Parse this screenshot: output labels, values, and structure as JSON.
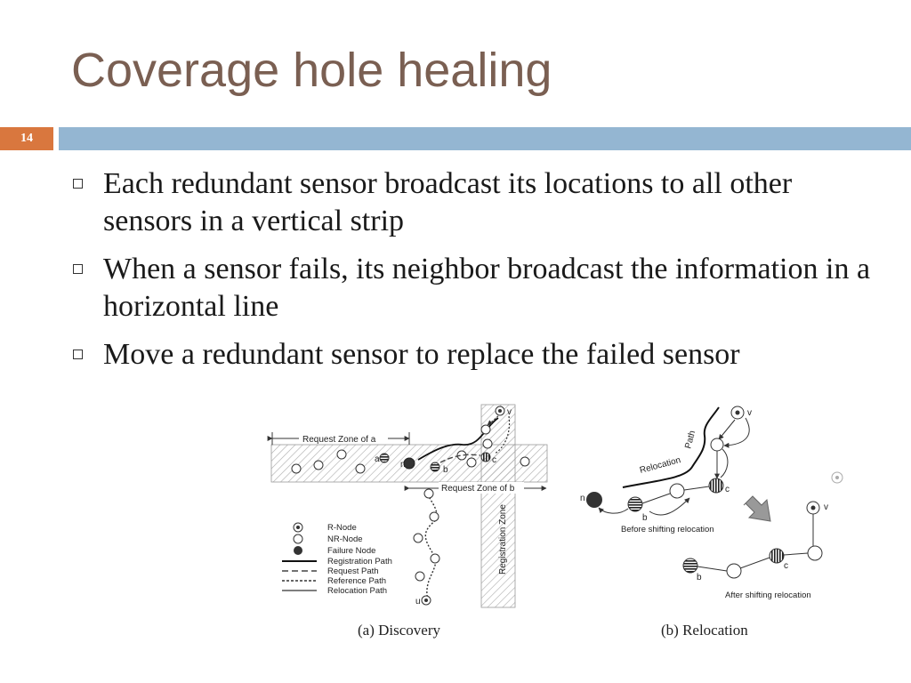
{
  "slide": {
    "title": "Coverage hole healing",
    "page_number": "14",
    "accent_color": "#d9773e",
    "bar_color": "#94b6d2",
    "title_color": "#7a5f52"
  },
  "bullets": [
    "Each redundant sensor broadcast its locations to all other sensors in a vertical strip",
    "When a sensor fails, its neighbor broadcast the information in a horizontal line",
    "Move a redundant sensor to replace the failed sensor"
  ],
  "figure": {
    "discovery": {
      "request_zone_a": "Request Zone of a",
      "request_zone_b": "Request Zone of b",
      "registration_zone": "Registration Zone",
      "node_a": "a",
      "node_b": "b",
      "node_c": "c",
      "node_n": "n",
      "node_u": "u",
      "node_v": "v",
      "caption": "(a)  Discovery"
    },
    "legend": [
      "R-Node",
      "NR-Node",
      "Failure Node",
      "Registration Path",
      "Request Path",
      "Reference Path",
      "Relocation Path"
    ],
    "relocation": {
      "path_label": "Path",
      "relocation_label": "Relocation",
      "node_n": "n",
      "node_b": "b",
      "node_c": "c",
      "node_v": "v",
      "before": "Before shifting relocation",
      "after": "After shifting relocation",
      "node_b2": "b",
      "node_c2": "c",
      "node_v2": "v",
      "caption": "(b)  Relocation"
    }
  }
}
